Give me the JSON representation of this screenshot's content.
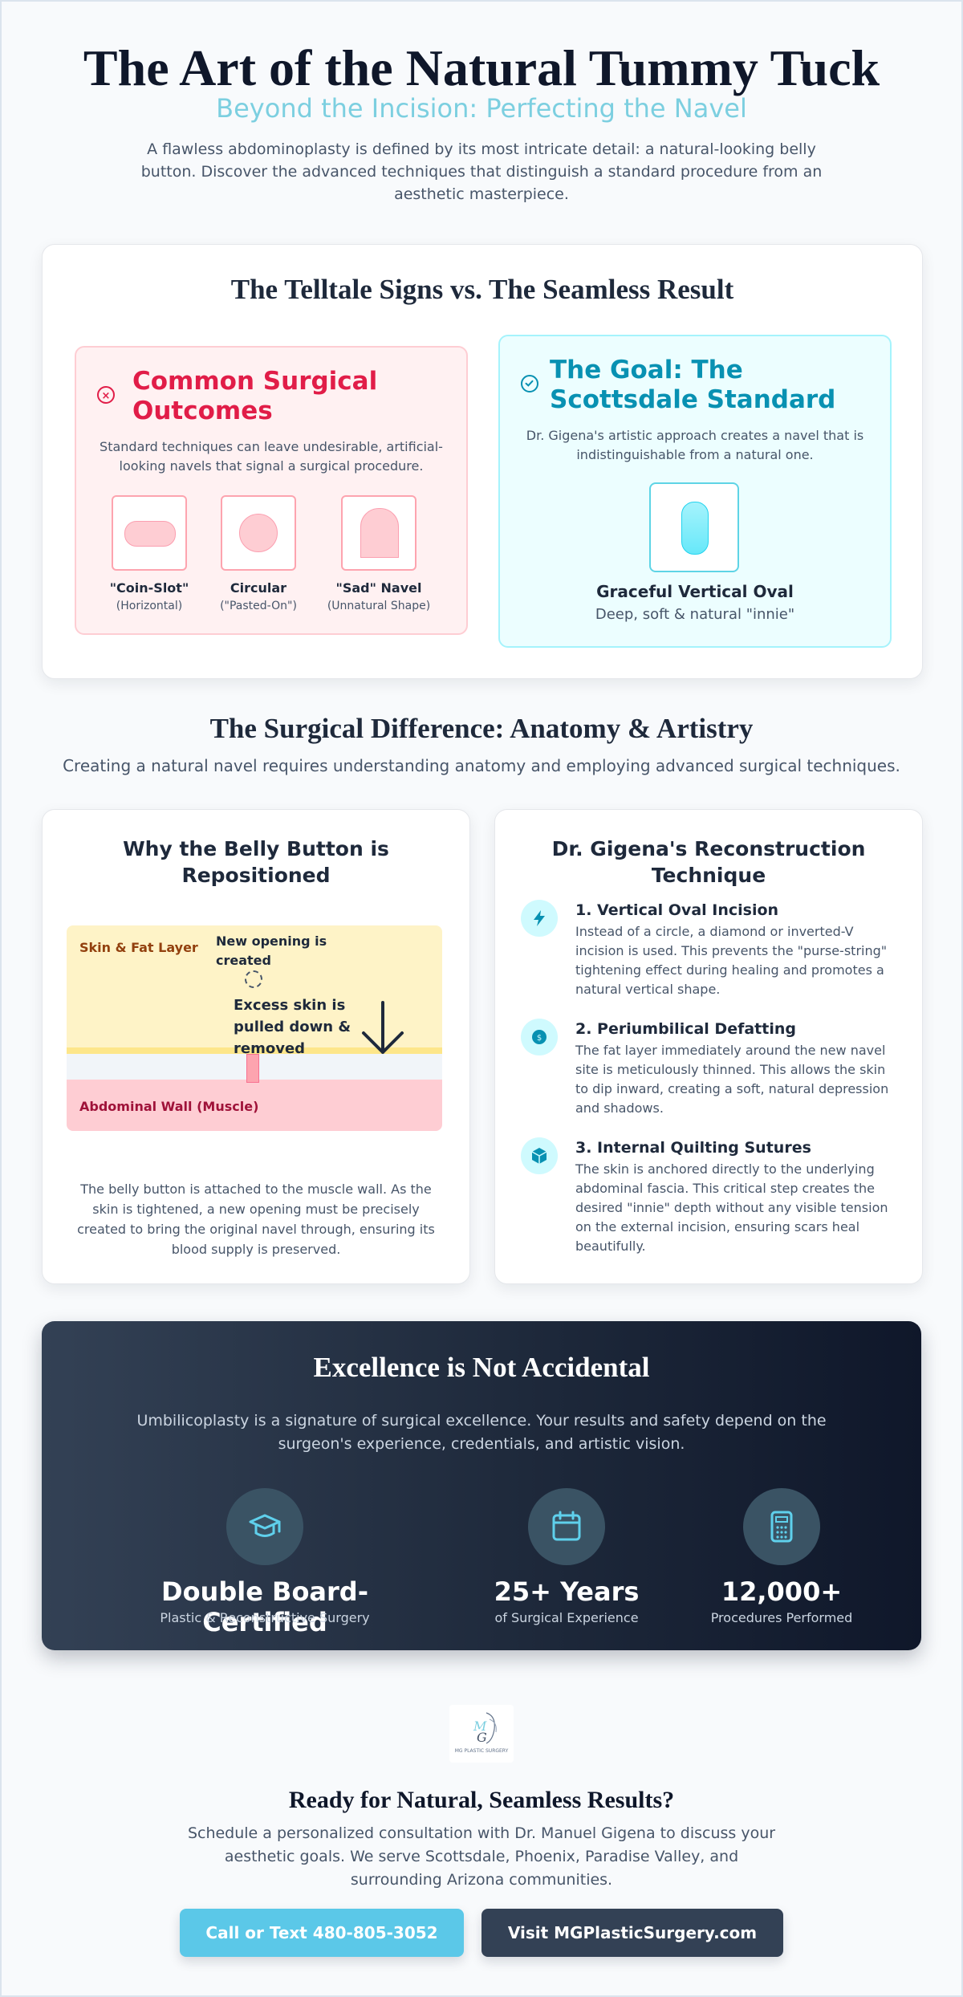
{
  "hero": {
    "title": "The Art of the Natural Tummy Tuck",
    "subtitle": "Beyond the Incision: Perfecting the Navel",
    "description": "A flawless abdominoplasty is defined by its most intricate detail: a natural-looking belly button. Discover the advanced techniques that distinguish a standard procedure from an aesthetic masterpiece."
  },
  "comparison": {
    "title": "The Telltale Signs vs. The Seamless Result",
    "bad": {
      "heading": "Common Surgical Outcomes",
      "description": "Standard techniques can leave undesirable, artificial-looking navels that signal a surgical procedure.",
      "items": [
        {
          "label": "\"Coin-Slot\"",
          "sub": "(Horizontal)"
        },
        {
          "label": "Circular",
          "sub": "(\"Pasted-On\")"
        },
        {
          "label": "\"Sad\" Navel",
          "sub": "(Unnatural Shape)"
        }
      ]
    },
    "good": {
      "heading": "The Goal: The Scottsdale Standard",
      "description": "Dr. Gigena's artistic approach creates a navel that is indistinguishable from a natural one.",
      "label": "Graceful Vertical Oval",
      "sub": "Deep, soft & natural \"innie\""
    }
  },
  "difference": {
    "title": "The Surgical Difference: Anatomy & Artistry",
    "subtitle": "Creating a natural navel requires understanding anatomy and employing advanced surgical techniques."
  },
  "reposition": {
    "title": "Why the Belly Button is Repositioned",
    "diagram": {
      "skin_label": "Skin & Fat Layer",
      "new_opening": "New opening is created",
      "excess_skin": "Excess skin is pulled down & removed",
      "muscle_label": "Abdominal Wall (Muscle)"
    },
    "description": "The belly button is attached to the muscle wall. As the skin is tightened, a new opening must be precisely created to bring the original navel through, ensuring its blood supply is preserved."
  },
  "technique": {
    "title": "Dr. Gigena's Reconstruction Technique",
    "steps": [
      {
        "title": "1. Vertical Oval Incision",
        "icon": "bolt-icon",
        "description": "Instead of a circle, a diamond or inverted-V incision is used. This prevents the \"purse-string\" tightening effect during healing and promotes a natural vertical shape."
      },
      {
        "title": "2. Periumbilical Defatting",
        "icon": "coin-icon",
        "description": "The fat layer immediately around the new navel site is meticulously thinned. This allows the skin to dip inward, creating a soft, natural depression and shadows."
      },
      {
        "title": "3. Internal Quilting Sutures",
        "icon": "cube-icon",
        "description": "The skin is anchored directly to the underlying abdominal fascia. This critical step creates the desired \"innie\" depth without any visible tension on the external incision, ensuring scars heal beautifully."
      }
    ]
  },
  "excellence": {
    "title": "Excellence is Not Accidental",
    "description": "Umbilicoplasty is a signature of surgical excellence. Your results and safety depend on the surgeon's experience, credentials, and artistic vision.",
    "stats": [
      {
        "value": "Double Board-Certified",
        "label": "Plastic & Reconstructive Surgery",
        "icon": "graduation-cap-icon"
      },
      {
        "value": "25+ Years",
        "label": "of Surgical Experience",
        "icon": "calendar-icon"
      },
      {
        "value": "12,000+",
        "label": "Procedures Performed",
        "icon": "calculator-icon"
      }
    ]
  },
  "cta": {
    "logo_text": "MG PLASTIC SURGERY",
    "title": "Ready for Natural, Seamless Results?",
    "description": "Schedule a personalized consultation with Dr. Manuel Gigena to discuss your aesthetic goals. We serve Scottsdale, Phoenix, Paradise Valley, and surrounding Arizona communities.",
    "call_button": "Call or Text 480-805-3052",
    "visit_button": "Visit MGPlasticSurgery.com"
  },
  "colors": {
    "accent_cyan": "#0891b2",
    "accent_rose": "#e11d48",
    "dark_panel": "#1e293b",
    "button_cyan": "#5bc8e8",
    "button_dark": "#334155"
  }
}
